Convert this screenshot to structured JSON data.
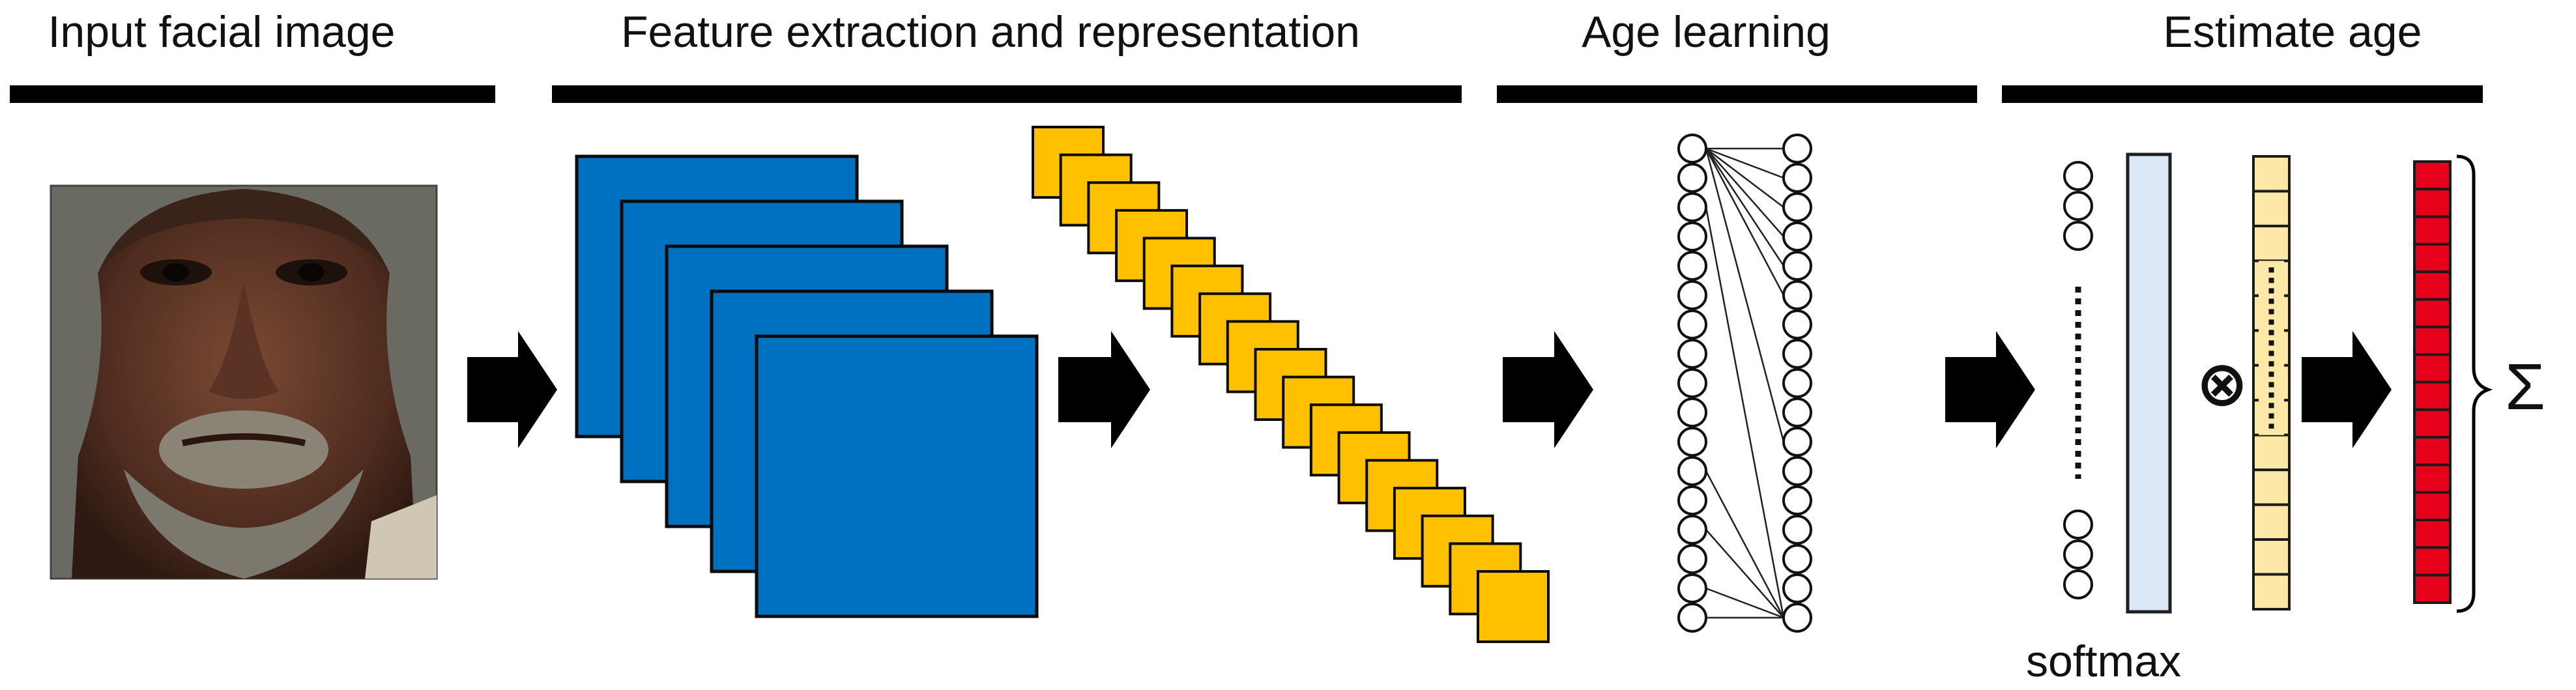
{
  "stages": [
    {
      "label": "Input facial image"
    },
    {
      "label": "Feature extraction and representation"
    },
    {
      "label": "Age learning"
    },
    {
      "label": "Estimate age"
    }
  ],
  "softmax_label": "softmax",
  "multiply_symbol": "⊗",
  "sum_symbol": "Σ",
  "colors": {
    "conv_blue": "#0070c0",
    "feature_orange": "#ffc000",
    "output_red": "#e6001a",
    "softmax_fill": "#dde8f6",
    "weight_fill": "#fde8a8"
  }
}
